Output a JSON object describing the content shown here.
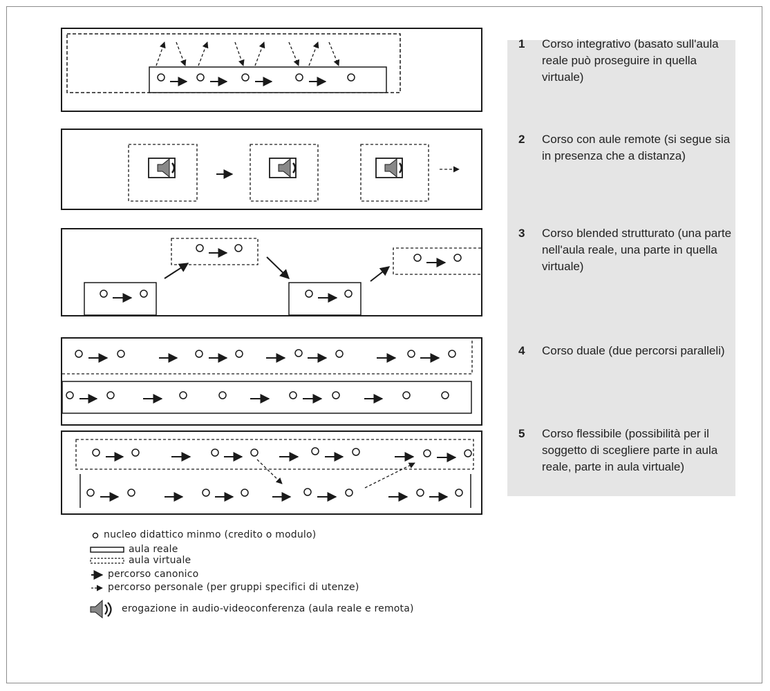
{
  "items": [
    {
      "number": "1",
      "text": "Corso integrativo (basato sull'aula reale può proseguire in quella virtuale)"
    },
    {
      "number": "2",
      "text": "Corso con aule remote (si segue sia in presenza che a distanza)"
    },
    {
      "number": "3",
      "text": "Corso blended strutturato (una parte nell'aula reale, una parte in quella virtuale)"
    },
    {
      "number": "4",
      "text": "Corso duale (due percorsi paralleli)"
    },
    {
      "number": "5",
      "text": "Corso flessibile (possibilità per il soggetto di scegliere parte in aula reale, parte in aula virtuale)"
    }
  ],
  "legend": {
    "nucleus": "nucleo didattico minmo (credito o modulo)",
    "real_room": "aula reale",
    "virtual_room": "aula virtuale",
    "canonical_path": "percorso canonico",
    "personal_path": "percorso personale (per gruppi specifici di utenze)",
    "conference": "erogazione in audio-videoconferenza (aula reale e remota)"
  },
  "icons": {
    "nucleus": "circle-icon",
    "real_room": "solid-rectangle-icon",
    "virtual_room": "dashed-rectangle-icon",
    "canonical": "solid-arrow-icon",
    "personal": "dashed-arrow-icon",
    "conference": "speaker-icon"
  },
  "colors": {
    "panel": "#e5e5e5",
    "ink": "#1a1a1a"
  }
}
